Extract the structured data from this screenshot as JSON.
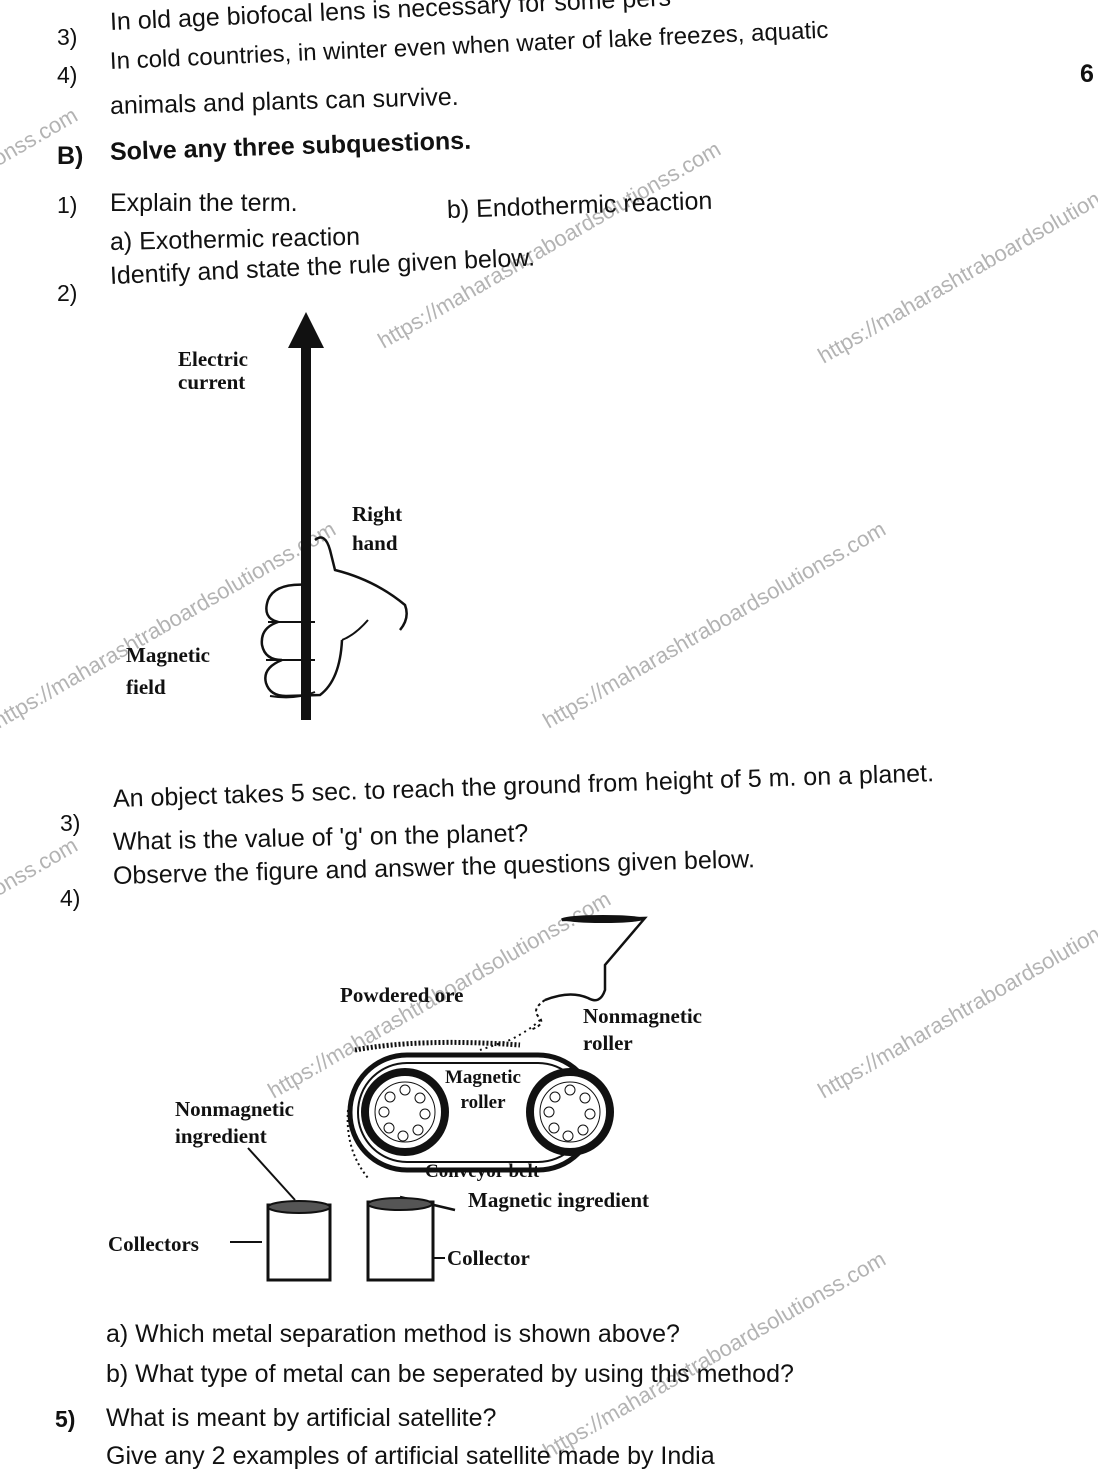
{
  "page_number": "6",
  "sectionA": {
    "q3": {
      "num": "3)",
      "text": "In old age biofocal lens is necessary for some pers"
    },
    "q4": {
      "num": "4)",
      "line1": "In cold countries, in winter even when water of lake freezes, aquatic",
      "line2": "animals and plants can survive."
    }
  },
  "sectionB": {
    "label": "B)",
    "heading": "Solve any three subquestions.",
    "q1": {
      "num": "1)",
      "text": "Explain the term.",
      "a": "a)  Exothermic  reaction",
      "b": "b)  Endothermic reaction"
    },
    "q2": {
      "num": "2)",
      "text": "Identify and state the rule given below."
    },
    "fig1": {
      "current_label": "Electric\ncurrent",
      "hand_label": "Right\nhand",
      "field_label": "Magnetic\nfield"
    },
    "q3": {
      "num": "3)",
      "line1": "An object takes 5 sec. to reach the ground from height of 5 m. on a planet.",
      "line2": "What is the value of 'g' on the planet?"
    },
    "q4": {
      "num": "4)",
      "text": "Observe the figure and answer the questions given below."
    },
    "fig2": {
      "powdered_ore": "Powdered ore",
      "nonmag_roller": "Nonmagnetic\nroller",
      "mag_roller": "Magnetic\nroller",
      "nonmag_ingredient": "Nonmagnetic\ningredient",
      "conveyor_belt": "Conveyor belt",
      "mag_ingredient": "Magnetic ingredient",
      "collectors": "Collectors",
      "collector": "Collector"
    },
    "q4a": "a)  Which metal separation method is shown above?",
    "q4b": "b)  What type of metal can be seperated by using this method?",
    "q5": {
      "num": "5)",
      "line1": "What is meant by artificial satellite?",
      "line2": "Give any 2 examples of artificial satellite made by India"
    }
  },
  "watermark": "https://maharashtraboardsolutionss.com",
  "watermark_tail": "ionss.com"
}
